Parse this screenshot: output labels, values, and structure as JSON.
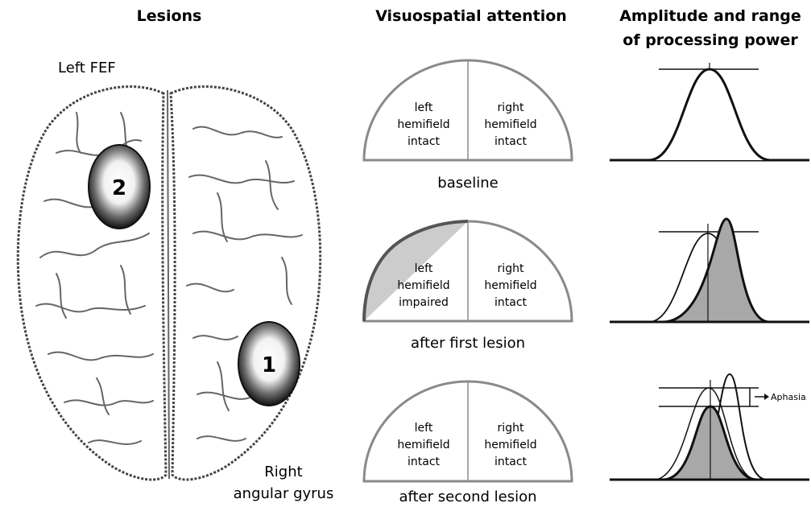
{
  "headers": {
    "lesions": "Lesions",
    "visuospatial": "Visuospatial attention",
    "amplitude_line1": "Amplitude and range",
    "amplitude_line2": "of processing power"
  },
  "brain": {
    "left_fef_label": "Left FEF",
    "right_ag_label_line1": "Right",
    "right_ag_label_line2": "angular gyrus",
    "lesion_1": "1",
    "lesion_2": "2"
  },
  "panels": [
    {
      "caption": "baseline",
      "left": [
        "left",
        "hemifield",
        "intact"
      ],
      "right": [
        "right",
        "hemifield",
        "intact"
      ]
    },
    {
      "caption": "after first lesion",
      "left": [
        "left",
        "hemifield",
        "impaired"
      ],
      "right": [
        "right",
        "hemifield",
        "intact"
      ]
    },
    {
      "caption": "after second lesion",
      "left": [
        "left",
        "hemifield",
        "intact"
      ],
      "right": [
        "right",
        "hemifield",
        "intact"
      ]
    }
  ],
  "aphasia_label": "Aphasia",
  "colors": {
    "stroke": "#111111",
    "half_circle": "#8a8a8a",
    "impaired_fill": "#cccccc",
    "impaired_edge": "#555555",
    "curve_fill": "#a8a8a8"
  }
}
